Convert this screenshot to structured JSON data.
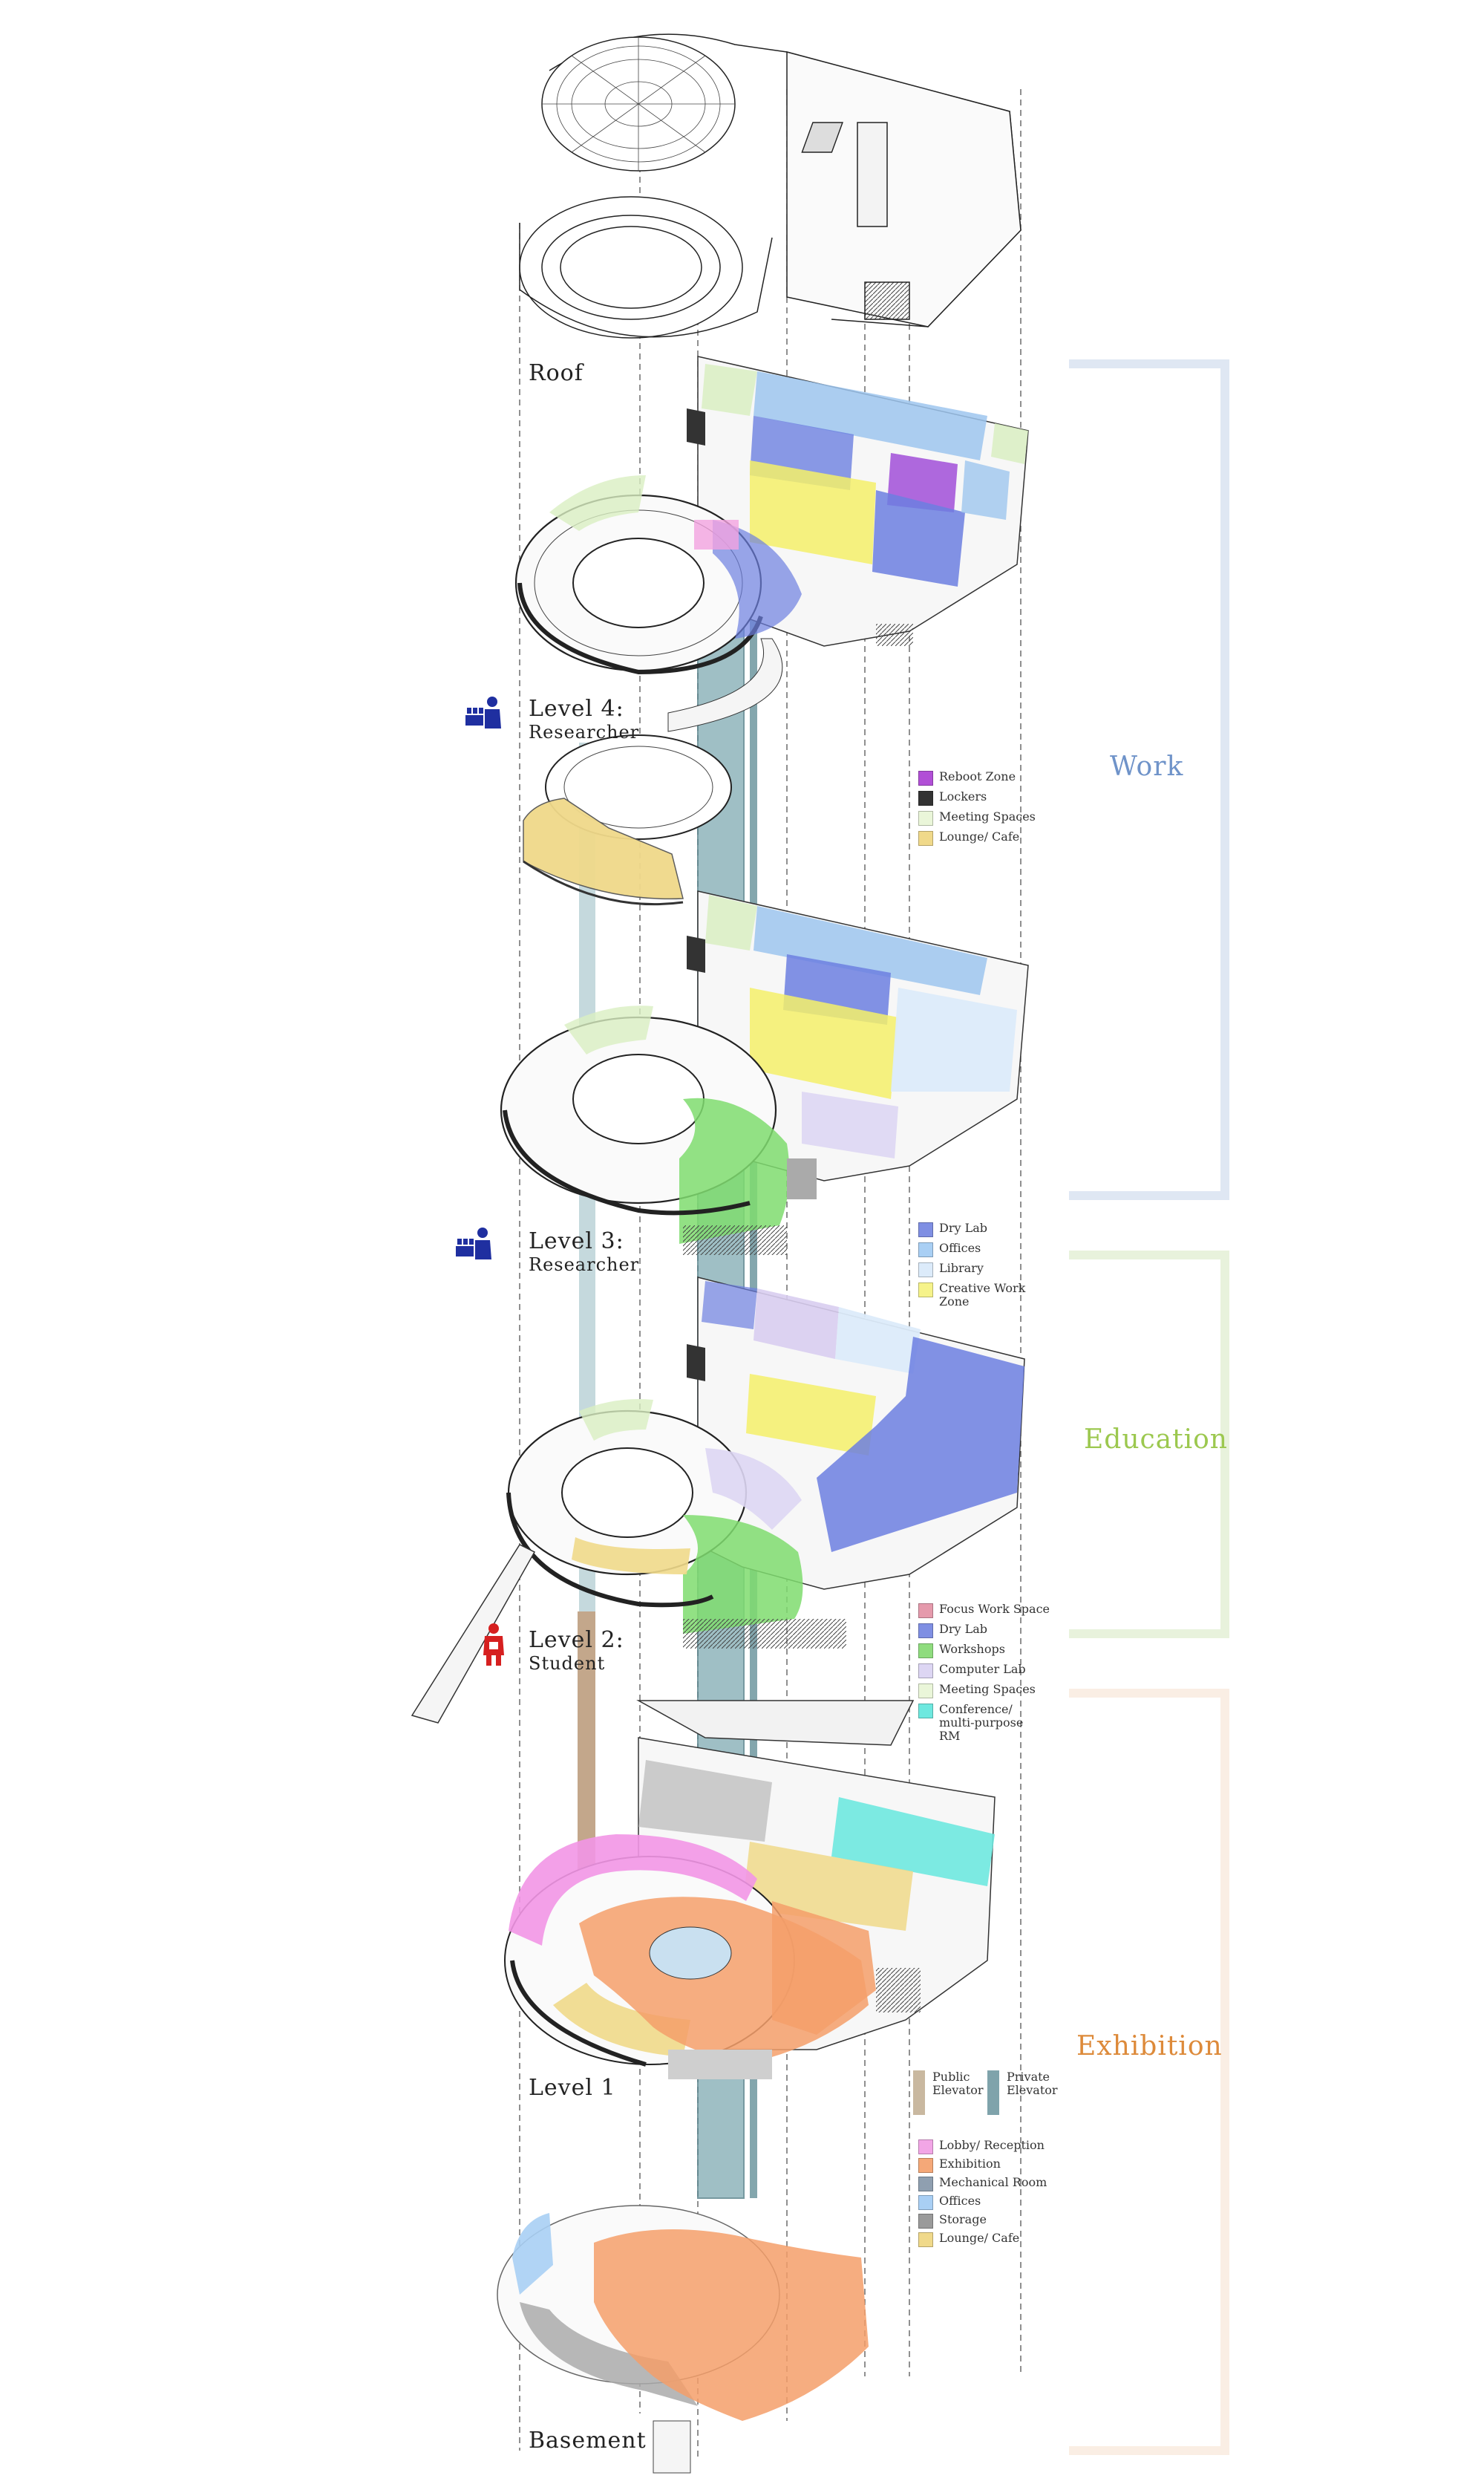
{
  "levels": {
    "roof": {
      "name": "Roof",
      "role": ""
    },
    "level4": {
      "name": "Level 4:",
      "role": "Researcher"
    },
    "level3": {
      "name": "Level 3:",
      "role": "Researcher"
    },
    "level2": {
      "name": "Level 2:",
      "role": "Student"
    },
    "level1": {
      "name": "Level 1",
      "role": ""
    },
    "basement": {
      "name": "Basement",
      "role": ""
    }
  },
  "zones": {
    "work": {
      "label": "Work",
      "color": "#6f93c9"
    },
    "education": {
      "label": "Education",
      "color": "#9cc84f"
    },
    "exhibition": {
      "label": "Exhibition",
      "color": "#dd8a3a"
    }
  },
  "legends": {
    "level4": [
      {
        "label": "Reboot Zone",
        "color": "#b14fd6"
      },
      {
        "label": "Lockers",
        "color": "#333333"
      },
      {
        "label": "Meeting Spaces",
        "color": "#eaf6d9"
      },
      {
        "label": "Lounge/ Cafe",
        "color": "#f0d98a"
      }
    ],
    "level3": [
      {
        "label": "Dry Lab",
        "color": "#7f8fe3"
      },
      {
        "label": "Offices",
        "color": "#a9cff4"
      },
      {
        "label": "Library",
        "color": "#dcebfa"
      },
      {
        "label": "Creative Work Zone",
        "color": "#f6f38a"
      }
    ],
    "level2": [
      {
        "label": "Focus Work Space",
        "color": "#e59aac"
      },
      {
        "label": "Dry Lab",
        "color": "#7f8fe3"
      },
      {
        "label": "Workshops",
        "color": "#8fdc7e"
      },
      {
        "label": "Computer Lab",
        "color": "#ddd6f3"
      },
      {
        "label": "Meeting Spaces",
        "color": "#eaf6d9"
      },
      {
        "label": "Conference/ multi-purpose RM",
        "color": "#6ee8df"
      }
    ],
    "level1": [
      {
        "label": "Lobby/ Reception",
        "color": "#f2a6e6"
      },
      {
        "label": "Exhibition",
        "color": "#f5a878"
      },
      {
        "label": "Mechanical Room",
        "color": "#8f9fb0"
      },
      {
        "label": "Offices",
        "color": "#a9cff4"
      },
      {
        "label": "Storage",
        "color": "#9a9a9a"
      },
      {
        "label": "Lounge/ Cafe",
        "color": "#f0d98a"
      }
    ]
  },
  "elevators": {
    "public": {
      "label": "Public Elevator",
      "color": "#c9b8a0"
    },
    "private": {
      "label": "Private Elevator",
      "color": "#7fa3ab"
    }
  },
  "icons": {
    "researcher4": {
      "name": "researcher-icon",
      "color": "#1f2fa0"
    },
    "researcher3": {
      "name": "researcher-icon",
      "color": "#1f2fa0"
    },
    "student": {
      "name": "student-icon",
      "color": "#d62020"
    }
  }
}
